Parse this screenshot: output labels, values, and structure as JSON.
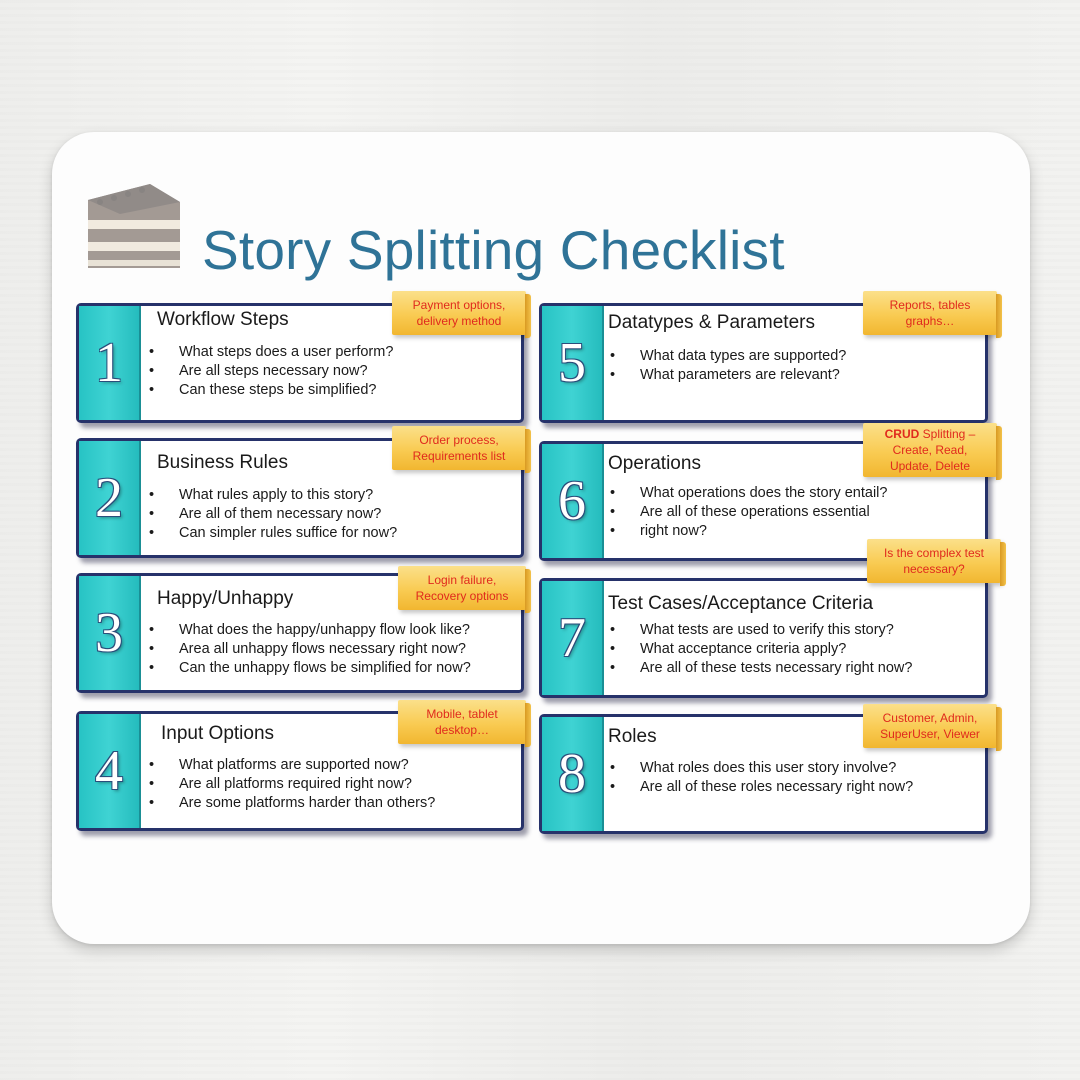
{
  "title": "Story Splitting Checklist",
  "cards": [
    {
      "number": "1",
      "title": "Workflow Steps",
      "items": [
        "What steps does a user perform?",
        "Are all steps necessary now?",
        "Can these steps be simplified?"
      ],
      "note": [
        "Payment options,",
        "delivery method"
      ]
    },
    {
      "number": "2",
      "title": "Business Rules",
      "items": [
        "What rules apply to this story?",
        "Are all of them necessary now?",
        "Can simpler rules suffice for now?"
      ],
      "note": [
        "Order process,",
        "Requirements list"
      ]
    },
    {
      "number": "3",
      "title": "Happy/Unhappy",
      "items": [
        "What does the happy/unhappy flow look like?",
        "Area all unhappy flows necessary right now?",
        "Can the unhappy flows be simplified for now?"
      ],
      "note": [
        "Login failure,",
        "Recovery options"
      ]
    },
    {
      "number": "4",
      "title": "Input Options",
      "items": [
        "What platforms are supported now?",
        "Are all platforms required right now?",
        "Are some platforms harder than others?"
      ],
      "note": [
        "Mobile, tablet",
        "desktop…"
      ]
    },
    {
      "number": "5",
      "title": "Datatypes & Parameters",
      "items": [
        "What data types are supported?",
        "What parameters are relevant?"
      ],
      "note": [
        "Reports, tables",
        "graphs…"
      ]
    },
    {
      "number": "6",
      "title": "Operations",
      "items": [
        "What operations does the story entail?",
        "Are all of these operations essential",
        "right now?"
      ],
      "note_bold": "CRUD",
      "note": [
        " Splitting –",
        "Create, Read,",
        "Update, Delete"
      ]
    },
    {
      "number": "7",
      "title": "Test Cases/Acceptance Criteria",
      "items": [
        "What tests are used to verify this story?",
        "What acceptance criteria apply?",
        "Are all of these tests necessary right now?"
      ],
      "note": [
        "Is the complex test",
        "necessary?"
      ]
    },
    {
      "number": "8",
      "title": "Roles",
      "items": [
        "What roles does this user story involve?",
        "Are all of these roles necessary right now?"
      ],
      "note": [
        "Customer, Admin,",
        "SuperUser, Viewer"
      ]
    }
  ],
  "colors": {
    "title": "#2f7397",
    "number_box": "#30c8c8",
    "card_border": "#26326a",
    "note_bg": "#f9cb52",
    "note_text": "#e02a1d"
  }
}
